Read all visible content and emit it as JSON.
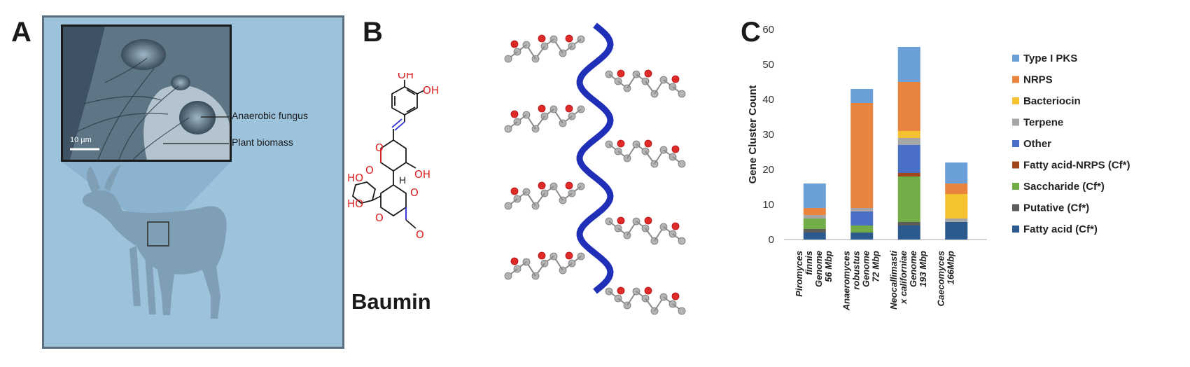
{
  "panels": {
    "a": {
      "letter": "A",
      "scale_bar": "10 µm",
      "annotations": [
        "Anaerobic fungus",
        "Plant biomass"
      ]
    },
    "b": {
      "letter": "B",
      "compound_name": "Baumin",
      "atom_labels": {
        "oh1": "OH",
        "oh2": "OH",
        "oh3": "OH",
        "ho1": "HO",
        "ho2": "HO",
        "o_ketone": "O",
        "o_lactone": "O",
        "o_ring": "O",
        "o_ester": "O",
        "o_methoxy": "O",
        "h": "H"
      }
    },
    "c": {
      "letter": "C"
    }
  },
  "colors": {
    "Type I PKS": "#6a9fd8",
    "NRPS": "#e8843e",
    "Bacteriocin": "#f5c330",
    "Terpene": "#a6a6a6",
    "Other": "#4a6fc7",
    "Fatty acid-NRPS (Cf*)": "#a0471e",
    "Saccharide (Cf*)": "#73ad47",
    "Putative (Cf*)": "#5c5c5c",
    "Fatty acid (Cf*)": "#2c5a8e"
  },
  "chart_data": {
    "type": "bar",
    "stacked": true,
    "ylabel": "Gene Cluster Count",
    "ylim": [
      0,
      60
    ],
    "yticks": [
      0,
      10,
      20,
      30,
      40,
      50,
      60
    ],
    "grid": false,
    "legend_position": "right",
    "categories": [
      [
        "Piromyces",
        "finnis",
        "Genome",
        "56 Mbp"
      ],
      [
        "Anaeromyces",
        "robustus",
        "Genome",
        "72 Mbp"
      ],
      [
        "Neocallimasti",
        "x californiae",
        "Genome",
        "193 Mbp"
      ],
      [
        "Caecomyces",
        "166Mbp"
      ]
    ],
    "series": [
      {
        "name": "Fatty acid (Cf*)",
        "values": [
          2,
          2,
          4,
          5
        ]
      },
      {
        "name": "Putative (Cf*)",
        "values": [
          1,
          0,
          1,
          0
        ]
      },
      {
        "name": "Saccharide (Cf*)",
        "values": [
          3,
          2,
          13,
          0
        ]
      },
      {
        "name": "Fatty acid-NRPS (Cf*)",
        "values": [
          0,
          0,
          1,
          0
        ]
      },
      {
        "name": "Other",
        "values": [
          0,
          4,
          8,
          0
        ]
      },
      {
        "name": "Terpene",
        "values": [
          1,
          1,
          2,
          1
        ]
      },
      {
        "name": "Bacteriocin",
        "values": [
          0,
          0,
          2,
          7
        ]
      },
      {
        "name": "NRPS",
        "values": [
          2,
          30,
          14,
          3
        ]
      },
      {
        "name": "Type I PKS",
        "values": [
          7,
          4,
          10,
          6
        ]
      }
    ],
    "legend_order": [
      "Type I PKS",
      "NRPS",
      "Bacteriocin",
      "Terpene",
      "Other",
      "Fatty acid-NRPS (Cf*)",
      "Saccharide (Cf*)",
      "Putative (Cf*)",
      "Fatty acid (Cf*)"
    ]
  }
}
